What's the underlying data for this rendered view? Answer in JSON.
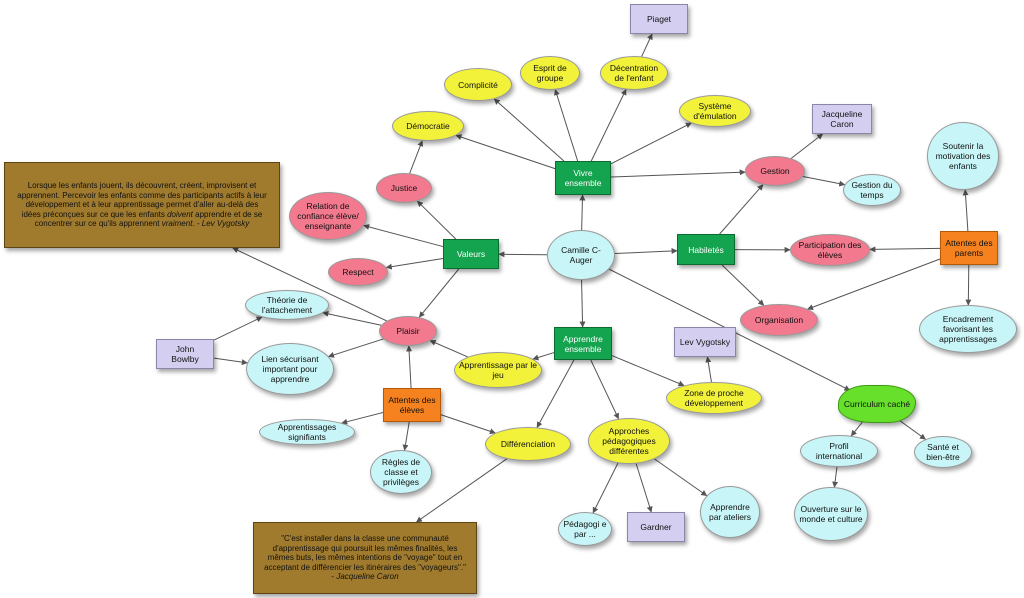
{
  "nodes": {
    "camille": "Camille C-Auger",
    "vivre": "Vivre ensemble",
    "valeurs": "Valeurs",
    "habiletes": "Habiletés",
    "apprendre": "Apprendre ensemble",
    "democratie": "Démocratie",
    "complicite": "Complicité",
    "esprit": "Esprit de groupe",
    "decentration": "Décentration de l'enfant",
    "piaget": "Piaget",
    "systeme": "Système d'émulation",
    "gestion": "Gestion",
    "jcaron": "Jacqueline Caron",
    "gestion_temps": "Gestion du temps",
    "soutenir": "Soutenir la motivation des enfants",
    "attentes_parents": "Attentes des parents",
    "participation": "Participation des élèves",
    "organisation": "Organisation",
    "encadrement": "Encadrement favorisant les apprentissages",
    "justice": "Justice",
    "relation": "Relation de confiance élève/ enseignante",
    "respect": "Respect",
    "plaisir": "Plaisir",
    "theorie": "Théorie de l'attachement",
    "bowlby": "John Bowlby",
    "lien": "Lien sécurisant important pour apprendre",
    "app_jeu": "Apprentissage par le jeu",
    "attentes_eleves": "Attentes des élèves",
    "signifiants": "Apprentissages signifiants",
    "regles": "Règles de classe et privilèges",
    "differenciation": "Différenciation",
    "approches": "Approches pédagogiques différentes",
    "vygotsky": "Lev Vygotsky",
    "zone": "Zone de proche développement",
    "pedagogie": "Pédagogi e par ...",
    "gardner": "Gardner",
    "ateliers": "Apprendre par ateliers",
    "curriculum": "Curriculum caché",
    "profil": "Profil international",
    "sante": "Santé et bien-être",
    "ouverture": "Ouverture sur le monde et culture"
  },
  "quotes": {
    "vygotsky_quote_main": "Lorsque les enfants jouent, ils découvrent, créent, improvisent et apprennent. Percevoir les enfants comme des participants actifs à leur développement et à leur apprentissage permet d'aller au-delà des idées préconçues sur ce que les enfants",
    "vygotsky_quote_em1": "doivent",
    "vygotsky_quote_mid": "apprendre et de se concentrer sur ce qu'ils apprennent",
    "vygotsky_quote_em2": "vraiment",
    "vygotsky_quote_tail": ". - Lev Vygotsky",
    "caron_quote_main": "\"C'est installer dans la classe une communauté d'apprentissage qui poursuit les mêmes finalités, les mêmes buts, les mêmes intentions de \"voyage\" tout en acceptant de différencier les itinéraires des \"voyageurs\".\" -",
    "caron_quote_author": "Jacqueline Caron"
  },
  "colors": {
    "yellow": "#f2f23a",
    "pink": "#f2798e",
    "cyan": "#c8f6f8",
    "green": "#14a34e",
    "orange": "#f5821f",
    "lavender": "#d4cff0",
    "brown": "#a07b2e",
    "lime": "#66e02a",
    "edge": "#555555"
  }
}
